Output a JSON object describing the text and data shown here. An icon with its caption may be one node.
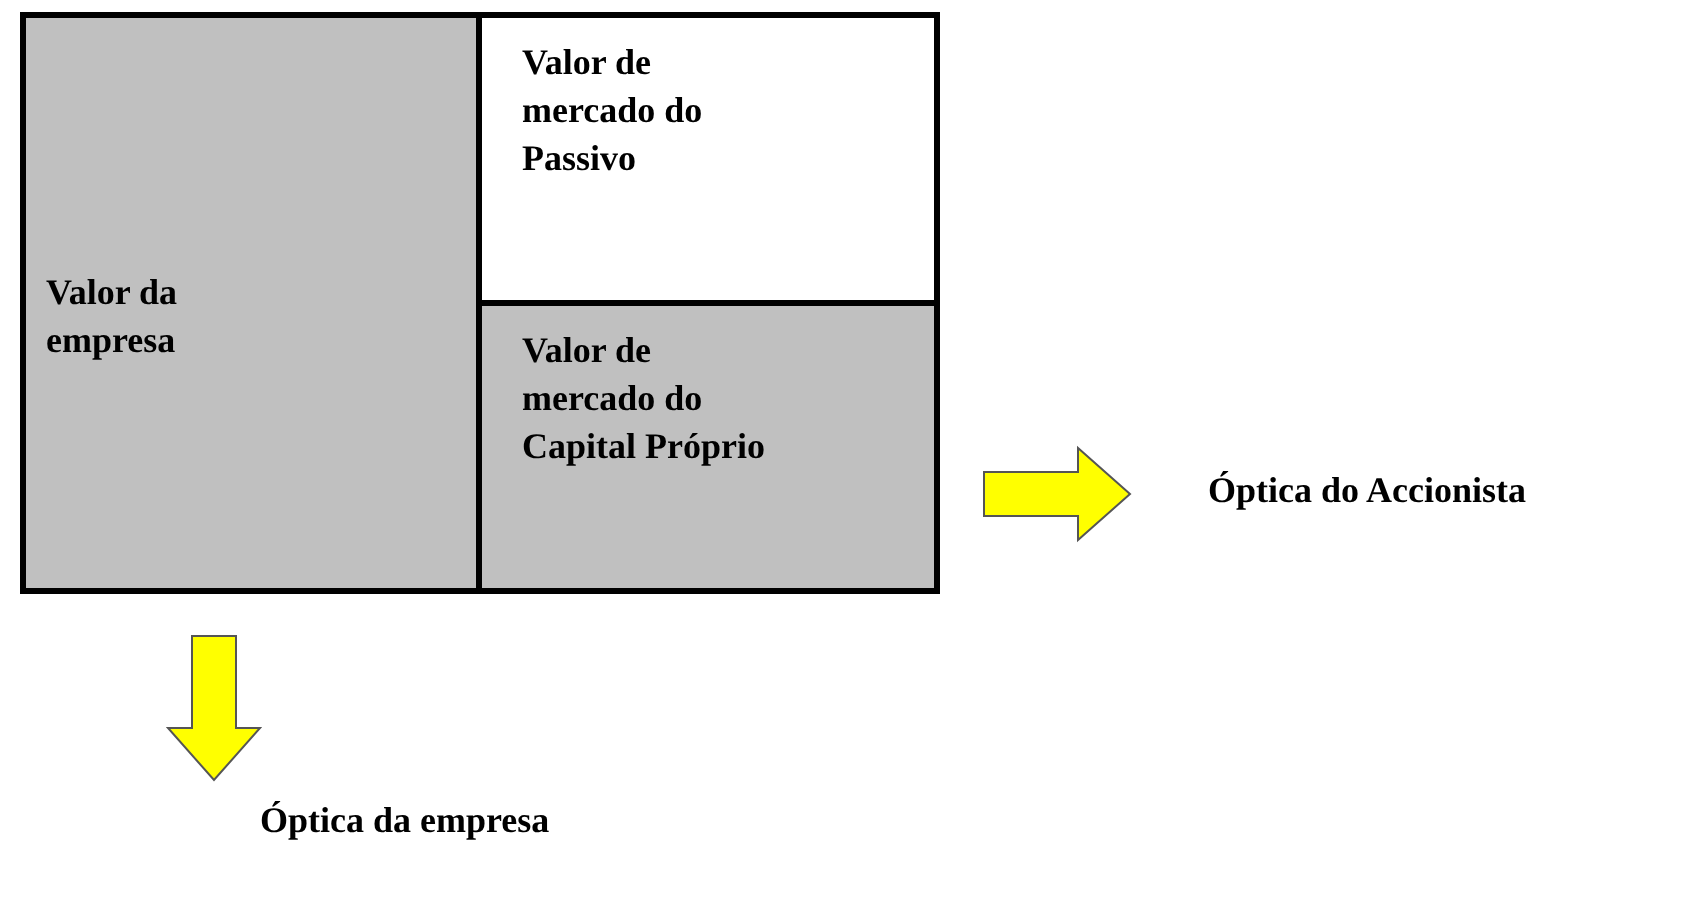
{
  "diagram": {
    "nodes": [
      {
        "text": [
          "Valor da empresa"
        ]
      },
      {
        "text": [
          "Valor de mercado do Passivo"
        ]
      },
      {
        "text": [
          "Valor de mercado do Capital Próprio"
        ]
      },
      {
        "text": [
          "Óptica do Accionista"
        ]
      },
      {
        "text": [
          "Óptica da empresa"
        ]
      }
    ],
    "edges": [
      {
        "from": 2,
        "to": 3,
        "arrow": "to"
      },
      {
        "from": 0,
        "to": 4,
        "arrow": "to"
      }
    ]
  }
}
